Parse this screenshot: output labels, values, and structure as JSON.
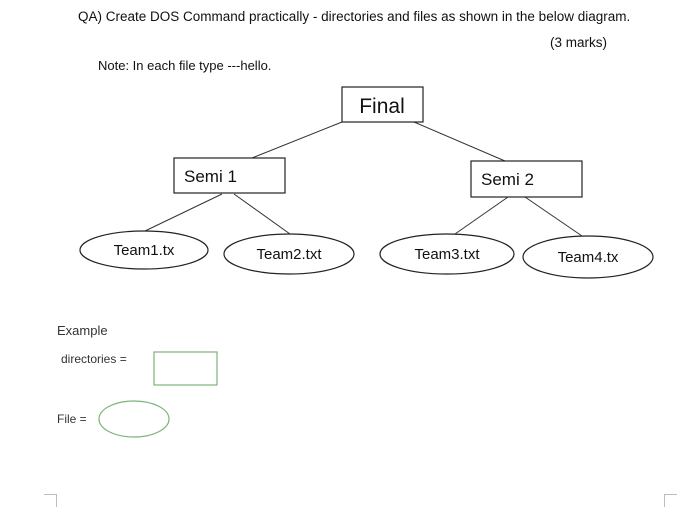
{
  "question": {
    "title": "QA) Create DOS Command practically - directories and files as shown in the below diagram.",
    "marks": "(3 marks)",
    "note": "Note: In each file type ---hello."
  },
  "tree": {
    "root": "Final",
    "semi1": "Semi 1",
    "semi2": "Semi 2",
    "team1": "Team1.tx",
    "team2": "Team2.txt",
    "team3": "Team3.txt",
    "team4": "Team4.tx"
  },
  "example": {
    "heading": "Example",
    "directories_label": "directories =",
    "file_label": "File ="
  },
  "colors": {
    "legend_green": "#7fb27a"
  }
}
